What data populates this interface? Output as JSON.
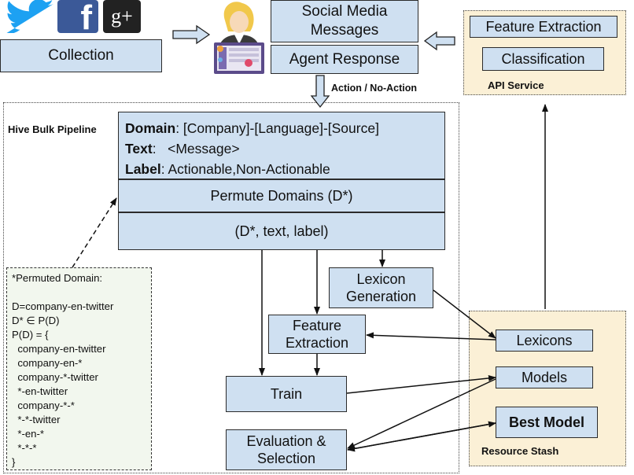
{
  "social": {
    "twitter_icon": "twitter-bird-icon",
    "facebook_glyph": "f",
    "gplus_glyph": "g+",
    "collection": "Collection"
  },
  "agent": {
    "icon": "agent-person-icon",
    "messages": "Social Media Messages",
    "response": "Agent Response",
    "action_label": "Action / No-Action"
  },
  "api": {
    "title": "API Service",
    "feature_extraction": "Feature Extraction",
    "classification": "Classification"
  },
  "pipeline": {
    "title": "Hive Bulk Pipeline",
    "domain_key": "Domain",
    "domain_value": ": [Company]-[Language]-[Source]",
    "text_key": "Text",
    "text_value": ":   <Message>",
    "label_key": "Label",
    "label_value": ": Actionable,Non-Actionable",
    "permute": "Permute Domains (D*)",
    "tuple": "(D*, text, label)",
    "lexicon_generation": "Lexicon Generation",
    "feature_extraction": "Feature Extraction",
    "train": "Train",
    "evaluation": "Evaluation & Selection"
  },
  "note": {
    "text": "*Permuted Domain:\n\nD=company-en-twitter\nD* ∈ P(D)\nP(D) = {\n  company-en-twitter\n  company-en-*\n  company-*-twitter\n  *-en-twitter\n  company-*-*\n  *-*-twitter\n  *-en-*\n  *-*-*\n}"
  },
  "stash": {
    "title": "Resource Stash",
    "lexicons": "Lexicons",
    "models": "Models",
    "best_model": "Best Model"
  },
  "colors": {
    "box_fill": "#cfe0f1",
    "stash_fill": "#fbf0d6",
    "api_fill": "#fbf0d6",
    "note_fill": "#f2f7ee",
    "twitter": "#1da1f2",
    "facebook": "#3b5998",
    "gplus": "#222222"
  }
}
